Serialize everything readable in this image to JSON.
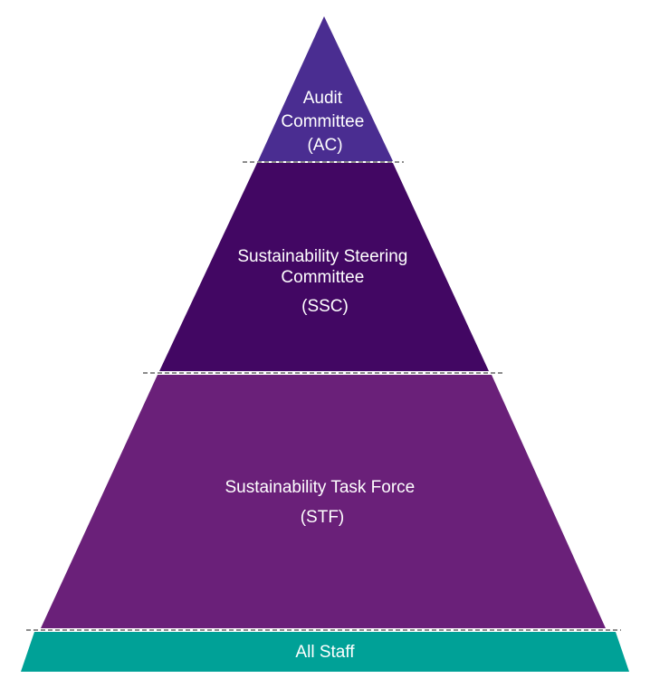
{
  "diagram": {
    "tiers": [
      {
        "id": "ac",
        "lines": [
          "Audit",
          "Committee",
          "(AC)"
        ],
        "color": "#4a2d91"
      },
      {
        "id": "ssc",
        "lines": [
          "Sustainability Steering",
          "Committee",
          "(SSC)"
        ],
        "color": "#420763"
      },
      {
        "id": "stf",
        "lines": [
          "Sustainability Task Force",
          "(STF)"
        ],
        "color": "#6a2079"
      },
      {
        "id": "staff",
        "lines": [
          "All Staff"
        ],
        "color": "#00a197"
      }
    ],
    "divider_color": "#1a1a1a"
  }
}
